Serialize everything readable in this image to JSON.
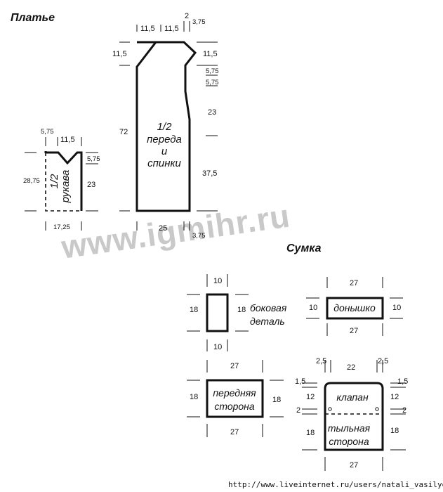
{
  "titles": {
    "dress": "Платье",
    "bag": "Сумка"
  },
  "watermark": "www.igmihr.ru",
  "footer_url": "http://www.liveinternet.ru/users/natali_vasilyeva/",
  "colors": {
    "ink": "#111111",
    "watermark": "#c9c9c9"
  },
  "dress_body": {
    "label": [
      "1/2",
      "переда",
      "и",
      "спинки"
    ],
    "dims": {
      "top_left": "11,5",
      "top_mid": "11,5",
      "top_gap": "2",
      "top_right": "3,75",
      "left_neck": "11,5",
      "right_shoulder": "11,5",
      "side_a": "5,75",
      "side_b": "5,75",
      "side_c": "23",
      "side_d": "37,5",
      "height": "72",
      "bottom": "25",
      "bottom_right": "3,75"
    }
  },
  "dress_sleeve": {
    "label": [
      "1/2",
      "рукава"
    ],
    "dims": {
      "top_left": "5,75",
      "top_right": "11,5",
      "height": "28,75",
      "right_a": "5,75",
      "right_b": "23",
      "bottom": "17,25"
    }
  },
  "bag_side": {
    "label": [
      "боковая",
      "деталь"
    ],
    "dims": {
      "top": "10",
      "bottom": "10",
      "left": "18",
      "right": "18"
    }
  },
  "bag_bottom": {
    "label": "донышко",
    "dims": {
      "top": "27",
      "bottom": "27",
      "left": "10",
      "right": "10"
    }
  },
  "bag_front": {
    "label": [
      "передняя",
      "сторона"
    ],
    "dims": {
      "top": "27",
      "bottom": "27",
      "left": "18",
      "right": "18"
    }
  },
  "bag_back": {
    "label_flap": "клапан",
    "label_back": [
      "тыльная",
      "сторона"
    ],
    "dims": {
      "top_left": "2,5",
      "top_mid": "22",
      "top_right": "2,5",
      "left_a": "1,5",
      "left_b": "12",
      "left_c": "2",
      "left_d": "18",
      "right_a": "1,5",
      "right_b": "12",
      "right_c": "2",
      "right_d": "18",
      "bottom": "27"
    }
  }
}
